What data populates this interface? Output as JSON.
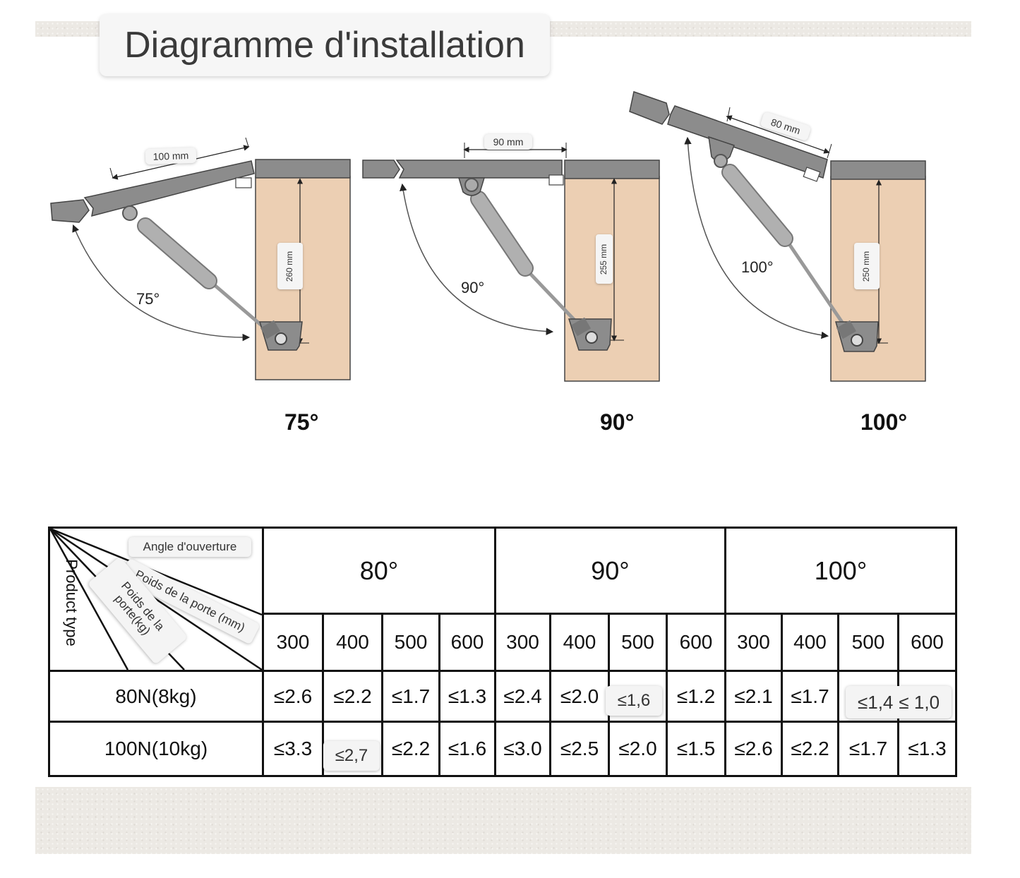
{
  "title": "Diagramme d'installation",
  "diagrams": [
    {
      "angle_label": "75°",
      "arc_label": "75°",
      "width_label": "100 mm",
      "height_label": "260 mm"
    },
    {
      "angle_label": "90°",
      "arc_label": "90°",
      "width_label": "90 mm",
      "height_label": "255 mm"
    },
    {
      "angle_label": "100°",
      "arc_label": "100°",
      "width_label": "80 mm",
      "height_label": "250 mm"
    }
  ],
  "table": {
    "corner": {
      "opening_angle": "Angle d'ouverture",
      "door_height": "Poids de la porte (mm)",
      "door_weight": "Poids de la porte(kg)",
      "product_type": "Product type"
    },
    "angles": [
      "80°",
      "90°",
      "100°"
    ],
    "heights": [
      "300",
      "400",
      "500",
      "600",
      "300",
      "400",
      "500",
      "600",
      "300",
      "400",
      "500",
      "600"
    ],
    "rows": [
      {
        "product": "80N(8kg)",
        "values": [
          "≤2.6",
          "≤2.2",
          "≤1.7",
          "≤1.3",
          "≤2.4",
          "≤2.0",
          "≤1,6",
          "≤1.2",
          "≤2.1",
          "≤1.7",
          "≤1,4",
          "≤ 1,0"
        ]
      },
      {
        "product": "100N(10kg)",
        "values": [
          "≤3.3",
          "≤2,7",
          "≤2.2",
          "≤1.6",
          "≤3.0",
          "≤2.5",
          "≤2.0",
          "≤1.5",
          "≤2.6",
          "≤2.2",
          "≤1.7",
          "≤1.3"
        ]
      }
    ]
  },
  "colors": {
    "cabinet": "#eccfb3",
    "panel": "#8c8c8c",
    "strut": "#a7a7a7",
    "line": "#111111"
  }
}
